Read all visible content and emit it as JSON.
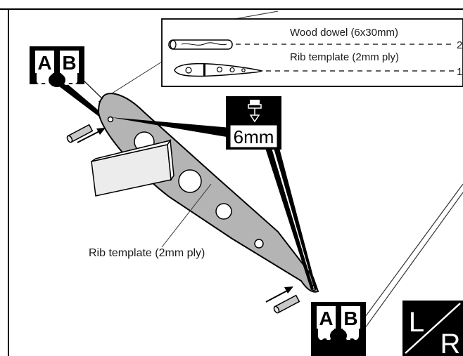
{
  "parts_list": {
    "items": [
      {
        "name": "Wood dowel (6x30mm)",
        "qty": "2"
      },
      {
        "name": "Rib template (2mm ply)",
        "qty": "1"
      }
    ]
  },
  "callouts": {
    "rib_label": "Rib template (2mm ply)",
    "drill_size": "6mm"
  },
  "markers": {
    "a": "A",
    "b": "B"
  },
  "side_badge": {
    "left": "L",
    "right": "R"
  },
  "colors": {
    "rib_fill": "#b4b4b4",
    "ink": "#000000",
    "dowel_fill": "#c8c8c8",
    "block_fill": "#ececec"
  }
}
